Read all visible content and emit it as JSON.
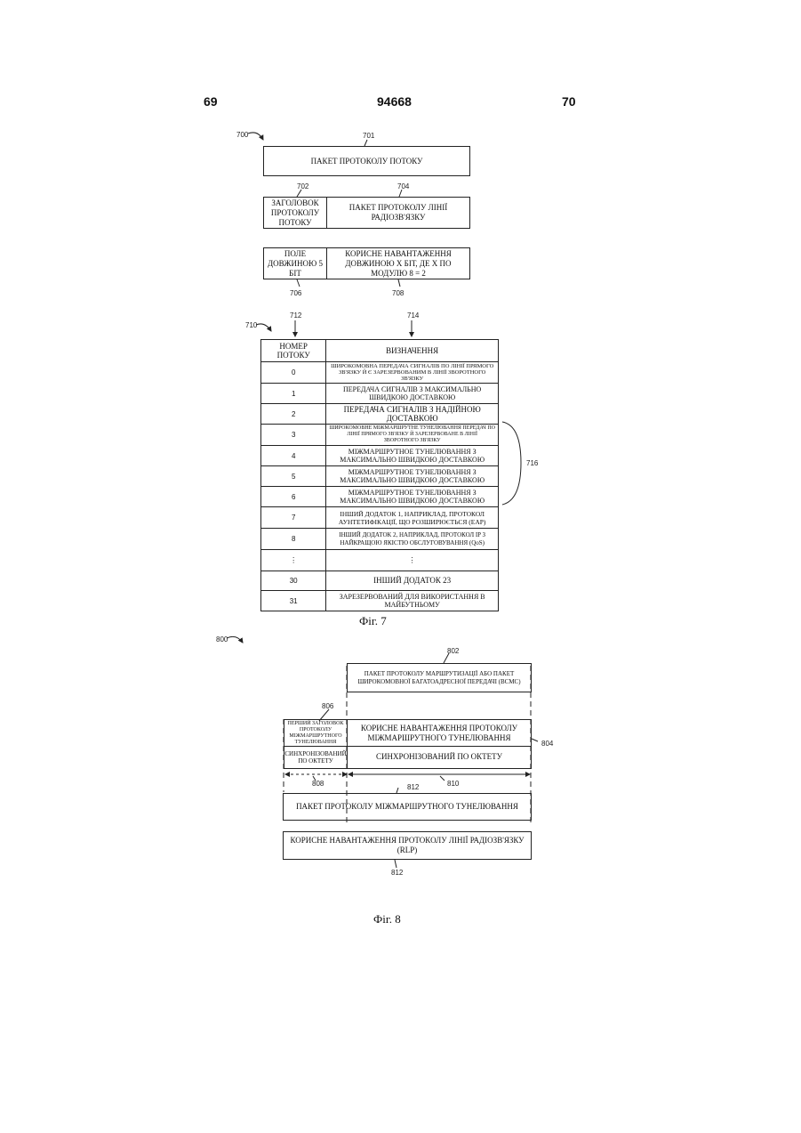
{
  "header": {
    "left_page": "69",
    "center_number": "94668",
    "right_page": "70"
  },
  "fig7": {
    "refs": {
      "r700": "700",
      "r701": "701",
      "r702": "702",
      "r704": "704",
      "r706": "706",
      "r708": "708",
      "r710": "710",
      "r712": "712",
      "r714": "714",
      "r716": "716"
    },
    "stream_packet": "ПАКЕТ ПРОТОКОЛУ ПОТОКУ",
    "stream_header": "ЗАГОЛОВОК ПРОТОКОЛУ ПОТОКУ",
    "radio_link_packet": "ПАКЕТ ПРОТОКОЛУ ЛІНІЇ РАДІОЗВ'ЯЗКУ",
    "length_field": "ПОЛЕ ДОВЖИНОЮ 5 БІТ",
    "payload": "КОРИСНЕ НАВАНТАЖЕННЯ ДОВЖИНОЮ X БІТ, ДЕ X ПО МОДУЛЮ 8 = 2",
    "table": {
      "col_number": "НОМЕР ПОТОКУ",
      "col_definition": "ВИЗНАЧЕННЯ",
      "rows": [
        {
          "num": "0",
          "def": "ШИРОКОМОВНА ПЕРЕДАЧА СИГНАЛІВ ПО ЛІНІЇ ПРЯМОГО ЗВ'ЯЗКУ Й Є ЗАРЕЗЕРВОВАНИМ В ЛІНІЇ ЗВОРОТНОГО ЗВ'ЯЗКУ"
        },
        {
          "num": "1",
          "def": "ПЕРЕДАЧА СИГНАЛІВ З МАКСИМАЛЬНО ШВИДКОЮ ДОСТАВКОЮ"
        },
        {
          "num": "2",
          "def": "ПЕРЕДАЧА СИГНАЛІВ З НАДІЙНОЮ ДОСТАВКОЮ"
        },
        {
          "num": "3",
          "def": "ШИРОКОМОВНЕ МІЖМАРШРУТНЕ ТУНЕЛЮВАННЯ ПЕРЕДАЧ ПО ЛІНІЇ ПРЯМОГО ЗВ'ЯЗКУ Й ЗАРЕЗЕРВОВАНЕ В ЛІНІЇ ЗВОРОТНОГО ЗВ'ЯЗКУ"
        },
        {
          "num": "4",
          "def": "МІЖМАРШРУТНОЕ ТУНЕЛЮВАННЯ З МАКСИМАЛЬНО ШВИДКОЮ ДОСТАВКОЮ"
        },
        {
          "num": "5",
          "def": "МІЖМАРШРУТНОЕ ТУНЕЛЮВАННЯ З МАКСИМАЛЬНО ШВИДКОЮ ДОСТАВКОЮ"
        },
        {
          "num": "6",
          "def": "МІЖМАРШРУТНОЕ ТУНЕЛЮВАННЯ З МАКСИМАЛЬНО ШВИДКОЮ ДОСТАВКОЮ"
        },
        {
          "num": "7",
          "def": "ІНШИЙ ДОДАТОК 1, НАПРИКЛАД, ПРОТОКОЛ АУНТЕТИФІКАЦІЇ, ЩО РОЗШИРЮЄТЬСЯ (EAP)"
        },
        {
          "num": "8",
          "def": "ІНШИЙ ДОДАТОК 2, НАПРИКЛАД, ПРОТОКОЛ IP З НАЙКРАЩОЮ ЯКІСТЮ ОБСЛУГОВУВАННЯ (QoS)"
        },
        {
          "num": "⋮",
          "def": "⋮"
        },
        {
          "num": "30",
          "def": "ІНШИЙ ДОДАТОК 23"
        },
        {
          "num": "31",
          "def": "ЗАРЕЗЕРВОВАНИЙ ДЛЯ ВИКОРИСТАННЯ В МАЙБУТНЬОМУ"
        }
      ]
    },
    "caption": "Фіг. 7"
  },
  "fig8": {
    "refs": {
      "r800": "800",
      "r802": "802",
      "r804": "804",
      "r806": "806",
      "r808": "808",
      "r810": "810",
      "r812a": "812",
      "r812b": "812"
    },
    "routing_packet": "ПАКЕТ ПРОТОКОЛУ МАРШРУТИЗАЦІЇ АБО ПАКЕТ ШИРОКОМОВНОЇ БАГАТОАДРЕСНОЇ ПЕРЕДАЧІ (BCMC)",
    "tunnel_header": "ПЕРШИЙ ЗАГОЛОВОК ПРОТОКОЛУ МІЖМАРШРУТНОГО ТУНЕЛЮВАННЯ",
    "tunnel_payload": "КОРИСНЕ НАВАНТАЖЕННЯ ПРОТОКОЛУ МІЖМАРШРУТНОГО ТУНЕЛЮВАННЯ",
    "octet_sync_left": "СИНХРОНІЗОВАНИЙ ПО ОКТЕТУ",
    "octet_sync_right": "СИНХРОНІЗОВАНИЙ ПО ОКТЕТУ",
    "tunnel_packet": "ПАКЕТ ПРОТОКОЛУ МІЖМАРШРУТНОГО ТУНЕЛЮВАННЯ",
    "rlp_payload": "КОРИСНЕ НАВАНТАЖЕННЯ ПРОТОКОЛУ ЛІНІЇ РАДІОЗВ'ЯЗКУ (RLP)",
    "caption": "Фіг. 8"
  }
}
